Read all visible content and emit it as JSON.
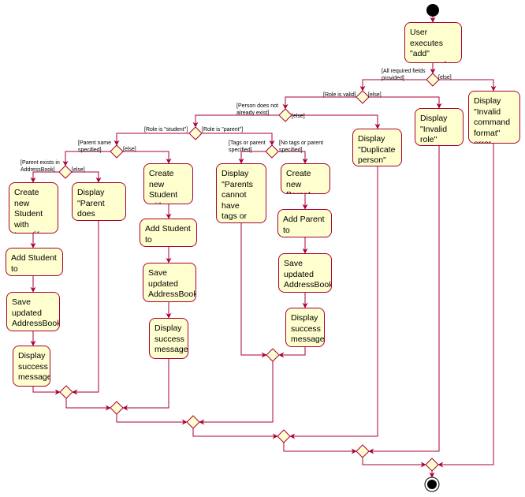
{
  "activities": {
    "user_executes_add": "User executes\n\"add\"\ncommand",
    "display_invalid_command_format": "Display\n\"Invalid\ncommand\nformat\" error",
    "display_invalid_role": "Display\n\"Invalid role\"\nerror",
    "display_duplicate_person": "Display\n\"Duplicate\nperson\" error",
    "create_student_with_parent": "Create new\nStudent with\ntags (if any)\nand parent",
    "display_parent_not_exist": "Display\n\"Parent does\nnot exist\" error",
    "add_student_1": "Add Student to\nAddressBook",
    "save_updated_1": "Save updated\nAddressBook\nto state list",
    "display_success_1": "Display\nsuccess\nmessage",
    "create_student_no_parent": "Create new\nStudent with\ntags (if any)",
    "add_student_2": "Add Student to\nAddressBook",
    "save_updated_2": "Save updated\nAddressBook\nto state list",
    "display_success_2": "Display\nsuccess\nmessage",
    "display_parents_cannot_have_tags": "Display\n\"Parents\ncannot have\ntags or\nparents\" error",
    "create_parent": "Create new\nParent",
    "add_parent": "Add Parent to\nAddressBook",
    "save_updated_3": "Save updated\nAddressBook\nto state list",
    "display_success_3": "Display\nsuccess\nmessage"
  },
  "guards": {
    "all_required_fields": "[All required fields\nprovided]",
    "else_fields": "[else]",
    "role_valid": "[Role is valid]",
    "else_role": "[else]",
    "person_not_exist": "[Person does not\nalready exist]",
    "else_person": "[else]",
    "role_student": "[Role is \"student\"]",
    "role_parent": "[Role is \"parent\"]",
    "parent_name_specified": "[Parent name\nspecified]",
    "else_parent_name": "[else]",
    "parent_exists": "[Parent exists in\nAddressBook]",
    "else_parent_exists": "[else]",
    "tags_or_parent": "[Tags or parent\nspecified]",
    "no_tags_or_parent": "[No tags or parent\nspecified]"
  },
  "colors": {
    "line": "#a80036",
    "activity_fill": "#fefece",
    "start_end": "#000000"
  }
}
